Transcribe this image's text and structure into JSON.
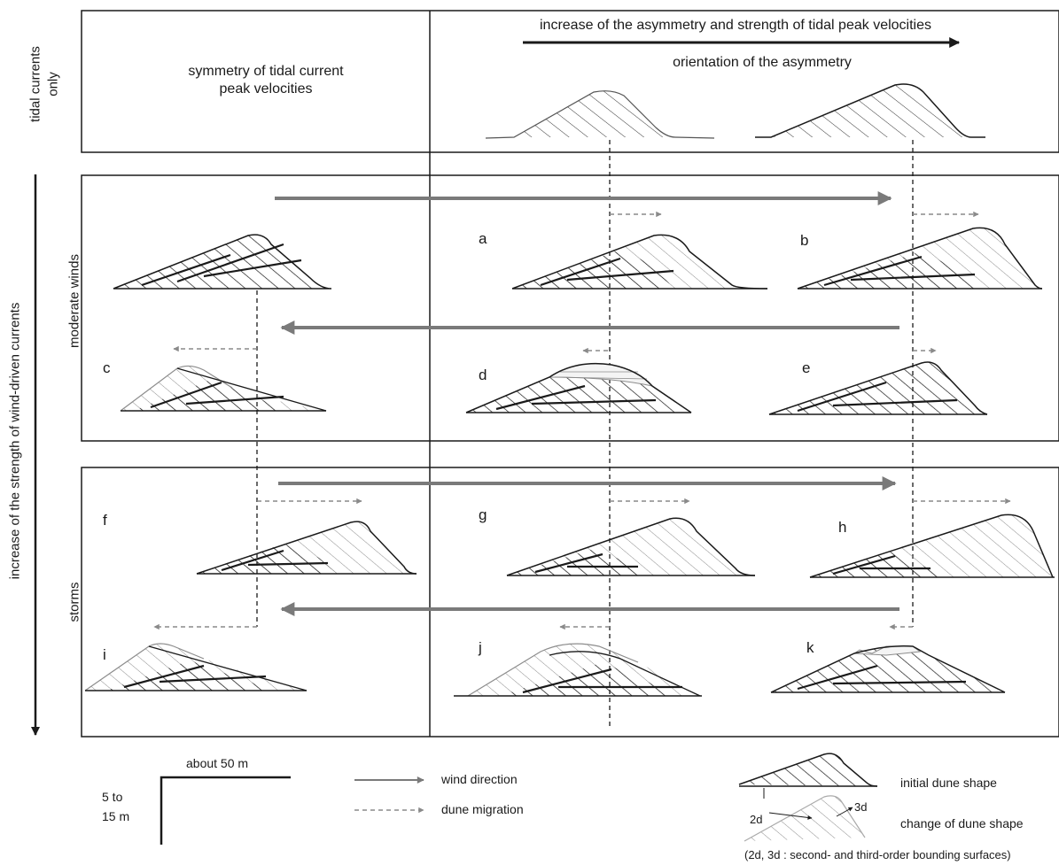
{
  "header": {
    "asymmetry_increase": "increase of the asymmetry and strength of tidal peak velocities",
    "orientation": "orientation of the asymmetry",
    "symmetry_line1": "symmetry of tidal current",
    "symmetry_line2": "peak velocities"
  },
  "rows": {
    "tidal_only_line1": "tidal currents",
    "tidal_only_line2": "only",
    "moderate_winds": "moderate winds",
    "storms": "storms",
    "wind_axis": "increase of the strength of wind-driven currents"
  },
  "panels": [
    "a",
    "b",
    "c",
    "d",
    "e",
    "f",
    "g",
    "h",
    "i",
    "j",
    "k"
  ],
  "legend": {
    "scale_horizontal": "about 50 m",
    "scale_vertical_line1": "5 to",
    "scale_vertical_line2": "15 m",
    "wind_direction": "wind direction",
    "dune_migration": "dune migration",
    "initial_shape": "initial dune shape",
    "change_shape": "change of dune shape",
    "label_2d": "2d",
    "label_3d": "3d",
    "footnote": "(2d, 3d : second- and third-order bounding surfaces)"
  },
  "colors": {
    "frame": "#1a1a1a",
    "wind_arrow": "#7a7a7a",
    "migration_arrow": "#8a8a8a",
    "change_hatch": "#8c8c8c"
  }
}
